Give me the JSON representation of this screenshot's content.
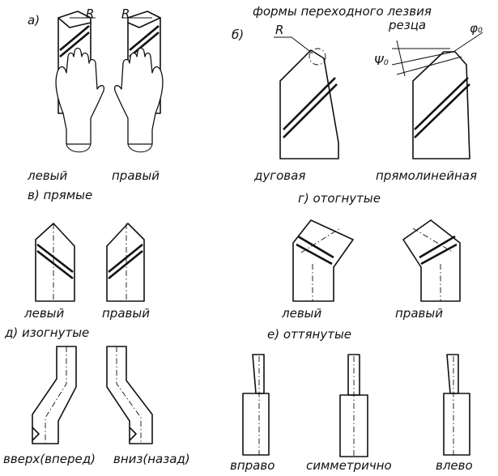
{
  "labels": {
    "panel_a": "а)",
    "panel_b": "б)",
    "radius_R": "R",
    "transition_title": "формы переходного лезвия",
    "transition_title_2": "резца",
    "angle_phi0": "φ₀",
    "angle_psi0": "Ψ₀",
    "left_hand": "левый",
    "right_hand": "правый",
    "arc": "дуговая",
    "straight_line": "прямолинейная",
    "section_v": "в) прямые",
    "section_g": "г) отогнутые",
    "straight_left": "левый",
    "straight_right": "правый",
    "bent_left": "левый",
    "bent_right": "правый",
    "section_d": "д) изогнутые",
    "section_e": "е) оттянутые",
    "curved_up": "вверх(вперед)",
    "curved_down": "вниз(назад)",
    "drawn_right": "вправо",
    "drawn_symmetric": "симметрично",
    "drawn_left": "влево"
  }
}
